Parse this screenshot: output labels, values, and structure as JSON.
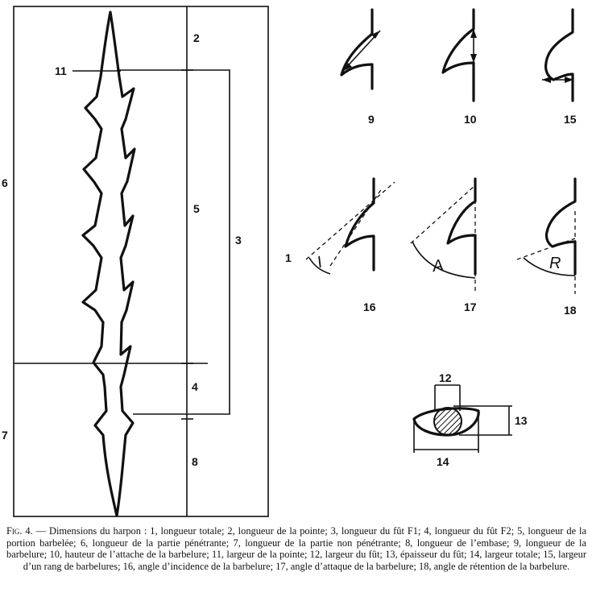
{
  "figure": {
    "labels": {
      "l1": "1",
      "l2": "2",
      "l3": "3",
      "l4": "4",
      "l5": "5",
      "l6": "6",
      "l7": "7",
      "l8": "8",
      "l9": "9",
      "l10": "10",
      "l11": "11",
      "l12": "12",
      "l13": "13",
      "l14": "14",
      "l15": "15",
      "l16": "16",
      "l17": "17",
      "l18": "18"
    },
    "angle_letters": {
      "incidence": "I",
      "attack": "A",
      "retention": "R"
    }
  },
  "caption": {
    "fig_label": "Fig. 4.",
    "text": " — Dimensions du harpon : 1, longueur totale; 2, longueur de la pointe; 3, longueur du fût F1; 4, longueur du fût F2; 5, longueur de la portion barbelée; 6, longueur de la partie pénétrante; 7, longueur de la partie non pénétrante; 8, longueur de l’embase; 9, longueur de la barbelure; 10, hauteur de l’attache de la barbelure; 11, largeur de la pointe; 12, largeur du fût; 13, épaisseur du fût; 14, largeur totale; 15, largeur d’un rang de barbelures; 16, angle d’incidence de la barbelure; 17, angle d’attaque de la barbelure; 18, angle de rétention de la barbelure."
  }
}
